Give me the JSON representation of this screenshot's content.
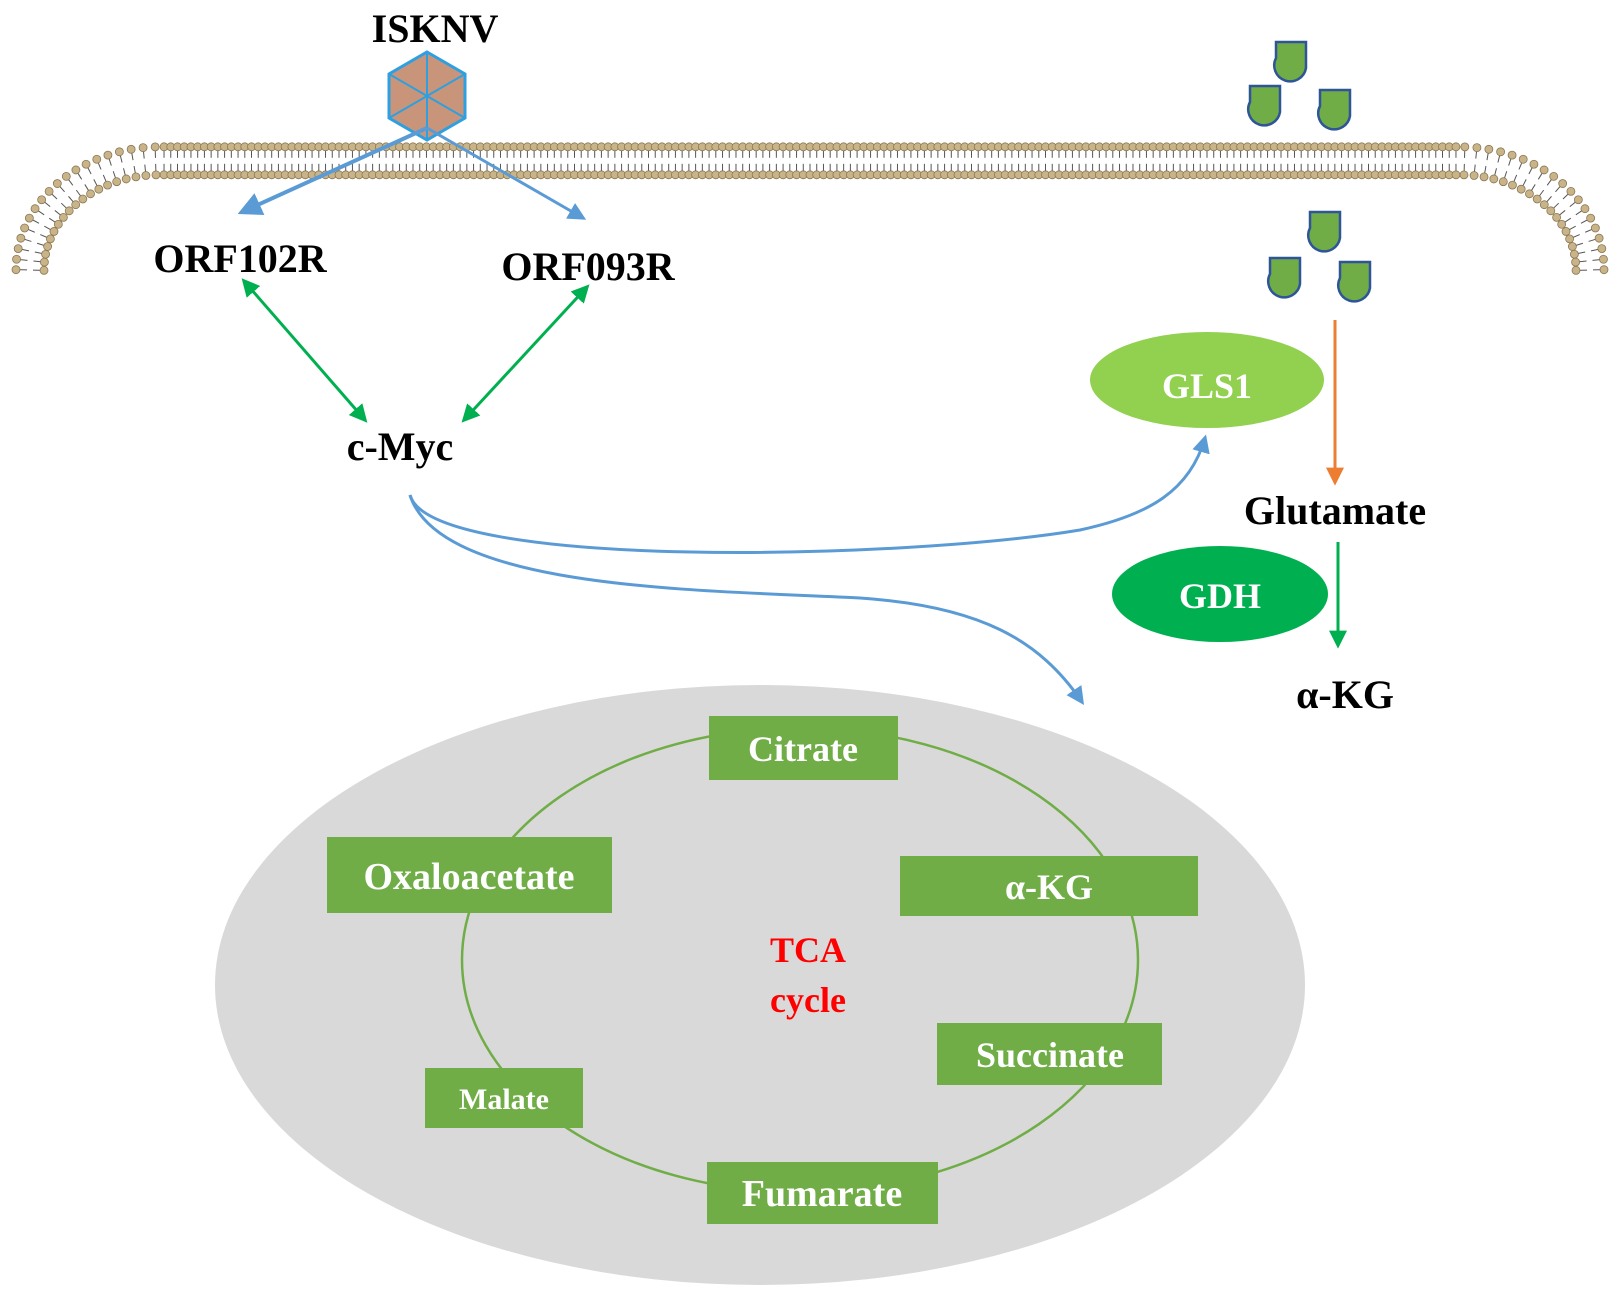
{
  "labels": {
    "virus": "ISKNV",
    "orf102r": "ORF102R",
    "orf093r": "ORF093R",
    "cmyc": "c-Myc",
    "glutamate": "Glutamate",
    "akg_out": "α-KG",
    "gls1": "GLS1",
    "gdh": "GDH",
    "tca_line1": "TCA",
    "tca_line2": "cycle"
  },
  "tca": {
    "citrate": "Citrate",
    "akg": "α-KG",
    "succinate": "Succinate",
    "fumarate": "Fumarate",
    "malate": "Malate",
    "oxaloacetate": "Oxaloacetate"
  },
  "colors": {
    "blue_arrow": "#5b9bd5",
    "green_arrow": "#00b050",
    "orange_arrow": "#ed7d31",
    "box_green": "#70ad47",
    "gls1_fill": "#92d050",
    "gdh_fill": "#00b050",
    "tca_text": "#ff0000",
    "mito_fill": "#d9d9d9",
    "glutamine_fill": "#70ad47",
    "glutamine_stroke": "#2e5597",
    "membrane_head": "#c9b48a"
  }
}
